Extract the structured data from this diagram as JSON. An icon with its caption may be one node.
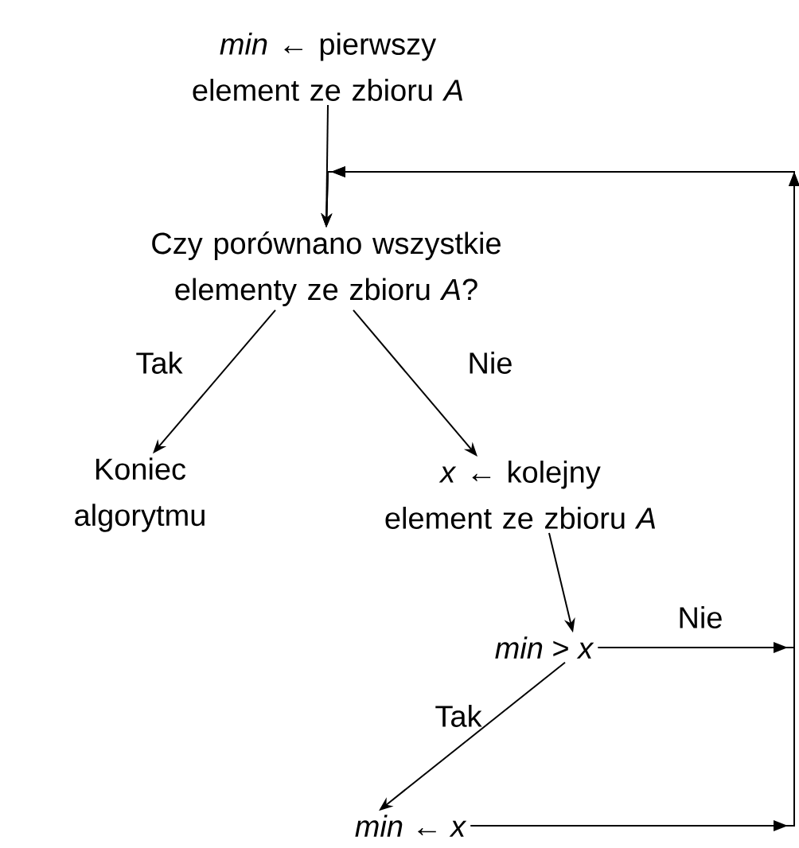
{
  "diagram": {
    "nodes": [
      {
        "text": [
          "*min* ← pierwszy element ze zbioru *A*"
        ]
      },
      {
        "text": [
          "Czy porównano wszystkie elementy ze zbioru *A*?"
        ]
      },
      {
        "text": [
          "Koniec algorytmu"
        ]
      },
      {
        "text": [
          "*x* ← kolejny element ze zbioru *A*"
        ]
      },
      {
        "text": [
          "*min* > *x*"
        ]
      },
      {
        "text": [
          "*min* ← *x*"
        ]
      }
    ],
    "edges": [
      {
        "from": 0,
        "to": 1,
        "arrow": "to"
      },
      {
        "from": 1,
        "to": 2,
        "arrow": "to",
        "label": "Tak"
      },
      {
        "from": 1,
        "to": 3,
        "arrow": "to",
        "label": "Nie"
      },
      {
        "from": 3,
        "to": 4,
        "arrow": "to"
      },
      {
        "from": 4,
        "to": 1,
        "arrow": "to",
        "label": "Nie"
      },
      {
        "from": 4,
        "to": 5,
        "arrow": "to",
        "label": "Tak"
      },
      {
        "from": 5,
        "to": 1,
        "arrow": "to"
      }
    ]
  }
}
